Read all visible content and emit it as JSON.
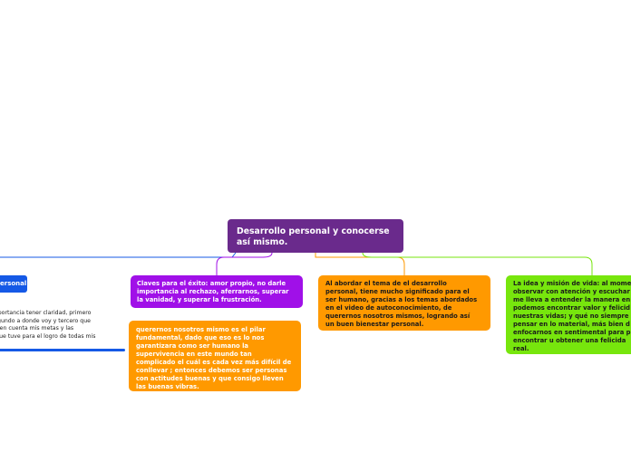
{
  "diagram": {
    "central": {
      "text_lines": [
        "Desarrollo personal y conocerse",
        "así mismo."
      ]
    },
    "left_branch": {
      "tab_label": "ersonal",
      "text_lines": [
        " importancia tener claridad, primero",
        "segundo a donde voy y tercero que",
        "do en cuenta mis metas y las",
        "s que tuve para el logro de todas mis"
      ]
    },
    "purple_node": {
      "text_lines": [
        "Claves para el éxito: amor propio, no darle",
        "importancia al rechazo, aferrarnos, superar",
        "la vanidad, y superar la frustración."
      ]
    },
    "orange_sub_node": {
      "text_lines": [
        "querernos nosotros mismo es el pilar",
        "fundamental, dado que eso es lo nos",
        "garantizara como ser humano la",
        "supervivencia en este mundo tan",
        "complicado el cuál es cada vez más difícil de",
        "conllevar ; entonces debemos ser personas",
        "con actitudes buenas y que consigo lleven",
        "las buenas vibras."
      ]
    },
    "orange_node": {
      "text_lines": [
        "Al abordar el tema de el desarrollo",
        "personal, tiene mucho significado para el",
        "ser humano, gracias a los temas abordados",
        "en el video de autoconocimiento, de",
        "querernos nosotros mismos, logrando así",
        "un buen bienestar personal."
      ]
    },
    "green_node": {
      "text_lines": [
        "La idea y misión de vida: al mome",
        "observar con atención y escuchar",
        "me lleva a entender la manera en",
        "podemos encontrar valor y felicid",
        "nuestras vidas; y qué no siempre",
        "pensar en lo material, más bien d",
        "enfocarnos en sentimental para p",
        "encontrar u obtener una felicida",
        "real."
      ]
    },
    "colors": {
      "central": "#6a2a8c",
      "blue": "#1559e6",
      "purple": "#a010e8",
      "orange": "#ff9900",
      "green": "#77e60d"
    }
  }
}
